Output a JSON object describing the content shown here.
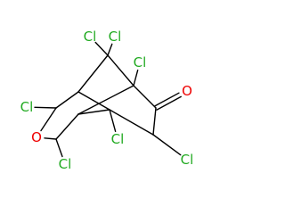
{
  "molecule": {
    "atom_colors": {
      "Cl": "#22aa22",
      "O": "#ee0000",
      "C": "#000000"
    },
    "atoms": [
      {
        "id": "cl_bridge_left",
        "symbol": "Cl",
        "label": "Cl"
      },
      {
        "id": "cl_bridge_right",
        "symbol": "Cl",
        "label": "Cl"
      },
      {
        "id": "cl_bridgehead_top",
        "symbol": "Cl",
        "label": "Cl"
      },
      {
        "id": "o_ketone",
        "symbol": "O",
        "label": "O"
      },
      {
        "id": "cl_upper_left",
        "symbol": "Cl",
        "label": "Cl"
      },
      {
        "id": "o_ring",
        "symbol": "O",
        "label": "O"
      },
      {
        "id": "cl_bridgehead_bottom",
        "symbol": "Cl",
        "label": "Cl"
      },
      {
        "id": "cl_right",
        "symbol": "Cl",
        "label": "Cl"
      },
      {
        "id": "cl_lower_left",
        "symbol": "Cl",
        "label": "Cl"
      },
      {
        "id": "c_bridge",
        "symbol": "C",
        "label": ""
      },
      {
        "id": "c_bridgehead_top",
        "symbol": "C",
        "label": ""
      },
      {
        "id": "c_bridgehead_bottom",
        "symbol": "C",
        "label": ""
      },
      {
        "id": "c_ring_top",
        "symbol": "C",
        "label": ""
      },
      {
        "id": "c_ring_bottom",
        "symbol": "C",
        "label": ""
      },
      {
        "id": "c_carbonyl",
        "symbol": "C",
        "label": ""
      },
      {
        "id": "c_chloro_methine",
        "symbol": "C",
        "label": ""
      },
      {
        "id": "c_upper_left",
        "symbol": "C",
        "label": ""
      },
      {
        "id": "c_lower_left",
        "symbol": "C",
        "label": ""
      }
    ],
    "bonds": [
      {
        "a1": "c_bridge",
        "a2": "cl_bridge_left",
        "order": 1
      },
      {
        "a1": "c_bridge",
        "a2": "cl_bridge_right",
        "order": 1
      },
      {
        "a1": "c_bridge",
        "a2": "c_ring_top",
        "order": 1
      },
      {
        "a1": "c_bridge",
        "a2": "c_bridgehead_top",
        "order": 1
      },
      {
        "a1": "c_ring_top",
        "a2": "c_bridgehead_bottom",
        "order": 1
      },
      {
        "a1": "c_bridgehead_top",
        "a2": "cl_bridgehead_top",
        "order": 1
      },
      {
        "a1": "c_bridgehead_top",
        "a2": "c_ring_bottom",
        "order": 1
      },
      {
        "a1": "c_bridgehead_top",
        "a2": "c_carbonyl",
        "order": 1
      },
      {
        "a1": "c_carbonyl",
        "a2": "o_ketone",
        "order": 2
      },
      {
        "a1": "c_carbonyl",
        "a2": "c_chloro_methine",
        "order": 1
      },
      {
        "a1": "c_chloro_methine",
        "a2": "cl_right",
        "order": 1
      },
      {
        "a1": "c_chloro_methine",
        "a2": "c_bridgehead_bottom",
        "order": 1
      },
      {
        "a1": "c_bridgehead_bottom",
        "a2": "cl_bridgehead_bottom",
        "order": 1
      },
      {
        "a1": "c_bridgehead_bottom",
        "a2": "c_ring_bottom",
        "order": 1
      },
      {
        "a1": "c_ring_top",
        "a2": "c_upper_left",
        "order": 1
      },
      {
        "a1": "c_ring_bottom",
        "a2": "c_lower_left",
        "order": 1
      },
      {
        "a1": "c_upper_left",
        "a2": "cl_upper_left",
        "order": 1
      },
      {
        "a1": "c_upper_left",
        "a2": "o_ring",
        "order": 1
      },
      {
        "a1": "c_lower_left",
        "a2": "o_ring",
        "order": 1
      },
      {
        "a1": "c_lower_left",
        "a2": "cl_lower_left",
        "order": 1
      }
    ]
  }
}
